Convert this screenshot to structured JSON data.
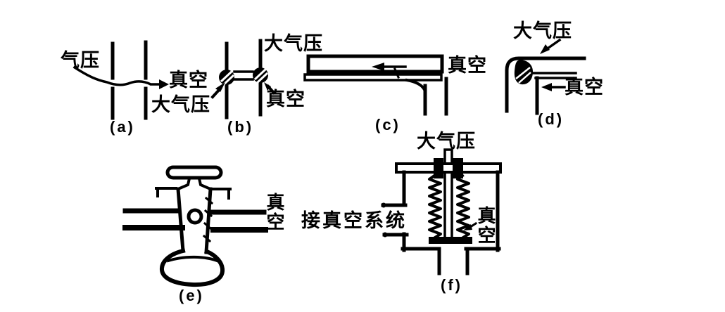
{
  "canvas": {
    "background": "#ffffff",
    "ink": "#000000"
  },
  "panels": {
    "a": {
      "caption": "(a)",
      "labels": {
        "pressure": "气压",
        "vacuum": "真空",
        "atmosphere": "大气压"
      }
    },
    "b": {
      "caption": "(b)",
      "labels": {
        "atmosphere": "大气压",
        "vacuum": "真空"
      }
    },
    "c": {
      "caption": "(c)",
      "labels": {
        "vacuum": "真空"
      }
    },
    "d": {
      "caption": "(d)",
      "labels": {
        "atmosphere": "大气压",
        "vacuum": "真空"
      }
    },
    "e": {
      "caption": "(e)",
      "labels": {
        "vacuum": "真空"
      }
    },
    "f": {
      "caption": "(f)",
      "labels": {
        "atmosphere": "大气压",
        "to_vacuum_system": "接真空系统",
        "vacuum": "真空"
      }
    }
  }
}
